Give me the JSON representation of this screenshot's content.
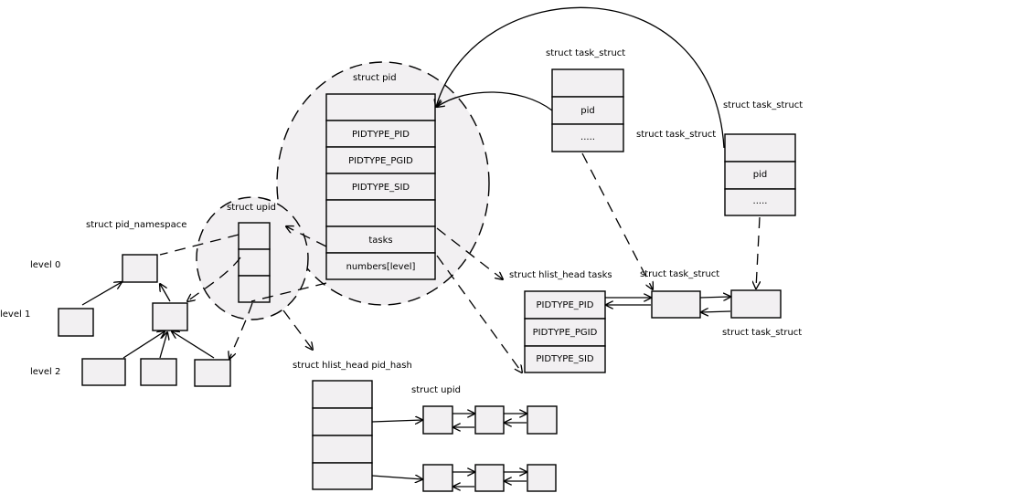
{
  "labels": {
    "struct_pid": "struct pid",
    "struct_task_struct_top": "struct task_struct",
    "struct_task_struct_right": "struct task_struct",
    "struct_task_struct_mid": "struct task_struct",
    "struct_task_struct_chain": "struct task_struct",
    "struct_task_struct_bottom": "struct task_struct",
    "struct_upid": "struct upid",
    "struct_pid_namespace": "struct pid_namespace",
    "level0": "level 0",
    "level1": "level 1",
    "level2": "level 2",
    "hlist_head_tasks": "struct hlist_head tasks",
    "hlist_head_pid_hash": "struct hlist_head pid_hash",
    "struct_upid_bottom": "struct upid"
  },
  "pid_struct": {
    "rows": [
      "",
      "PIDTYPE_PID",
      "PIDTYPE_PGID",
      "PIDTYPE_SID",
      "",
      "tasks",
      "numbers[level]"
    ]
  },
  "task_struct_top": {
    "rows": [
      "",
      "pid",
      "....."
    ]
  },
  "task_struct_right": {
    "rows": [
      "",
      "pid",
      "....."
    ]
  },
  "hlist_tasks": {
    "rows": [
      "PIDTYPE_PID",
      "PIDTYPE_PGID",
      "PIDTYPE_SID"
    ]
  }
}
